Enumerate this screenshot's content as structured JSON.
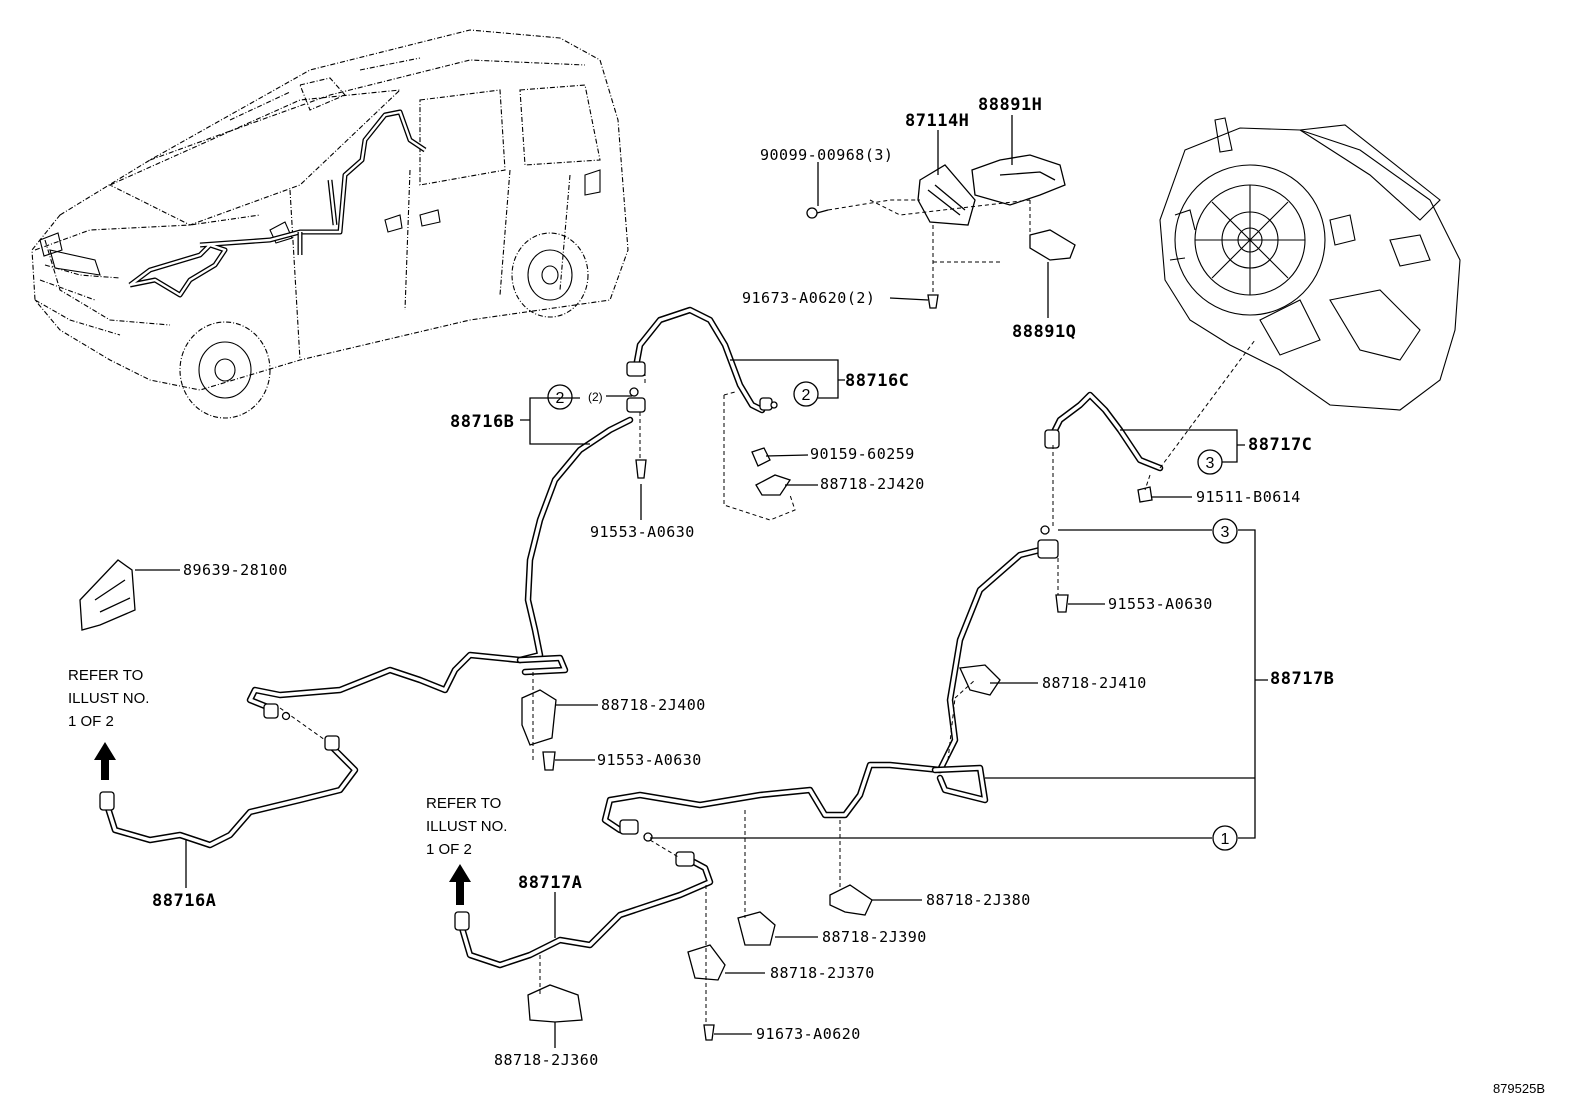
{
  "diagram": {
    "illustration_code": "879525B",
    "parts": {
      "p_90099": "90099-00968(3)",
      "p_87114H": "87114H",
      "p_88891H": "88891H",
      "p_91673_2": "91673-A0620(2)",
      "p_88891Q": "88891Q",
      "p_88716C": "88716C",
      "p_88716B": "88716B",
      "p_90159": "90159-60259",
      "p_88718_2J420": "88718-2J420",
      "p_91553_a": "91553-A0630",
      "p_88717C": "88717C",
      "p_91511": "91511-B0614",
      "p_91553_b": "91553-A0630",
      "p_89639": "89639-28100",
      "p_88718_2J410": "88718-2J410",
      "p_88717B": "88717B",
      "p_88718_2J400": "88718-2J400",
      "p_91553_c": "91553-A0630",
      "p_88716A": "88716A",
      "p_88717A": "88717A",
      "p_88718_2J380": "88718-2J380",
      "p_88718_2J390": "88718-2J390",
      "p_88718_2J370": "88718-2J370",
      "p_91673_1": "91673-A0620",
      "p_88718_2J360": "88718-2J360"
    },
    "callouts": {
      "c2_left": "2",
      "c2_small": "(2)",
      "c2_right": "2",
      "c3_top": "3",
      "c3_mid": "3",
      "c1": "1"
    },
    "notes": {
      "refer_left": [
        "REFER TO",
        "ILLUST NO.",
        "1 OF 2"
      ],
      "refer_mid": [
        "REFER TO",
        "ILLUST NO.",
        "1 OF 2"
      ]
    }
  }
}
